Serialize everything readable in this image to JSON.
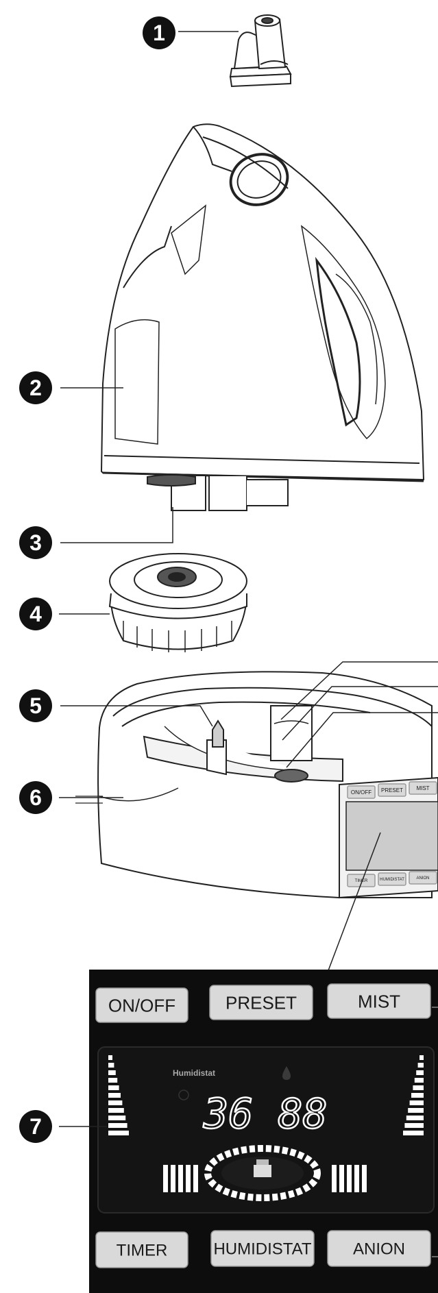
{
  "callouts": [
    "1",
    "2",
    "3",
    "4",
    "5",
    "6",
    "7"
  ],
  "device_panel": {
    "top_buttons": [
      "ON/OFF",
      "PRESET",
      "MIST"
    ],
    "bottom_buttons": [
      "TIMER",
      "HUMIDISTAT",
      "ANION"
    ]
  },
  "display_panel": {
    "top_buttons": [
      "ON/OFF",
      "PRESET",
      "MIST"
    ],
    "bottom_buttons": [
      "TIMER",
      "HUMIDISTAT",
      "ANION"
    ],
    "lcd": {
      "humidistat_label": "Humidistat",
      "digits": "36 88"
    }
  },
  "colors": {
    "line": "#222222",
    "panel_bg": "#0d0d0d",
    "lcd_bg": "#141414",
    "segment": "#ffffff",
    "button_bg": "#d9d9d9"
  }
}
